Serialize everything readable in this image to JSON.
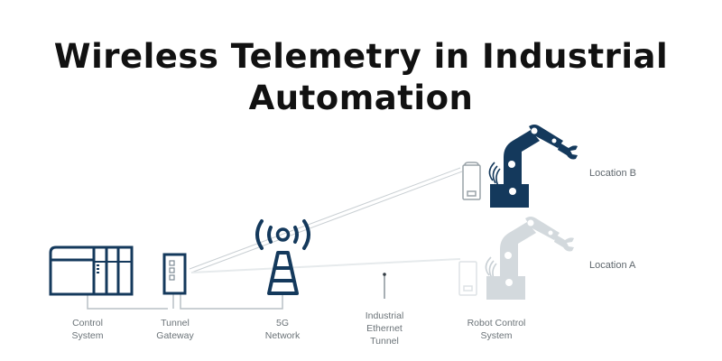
{
  "title": {
    "line1": "Wireless Telemetry in Industrial",
    "line2": "Automation"
  },
  "colors": {
    "primary": "#14395c",
    "faded": "#cfd6db",
    "line": "#b9c0c5",
    "label": "#6b7378",
    "title": "#111111"
  },
  "nodes": {
    "control_system": {
      "line1": "Control",
      "line2": "System",
      "icon": "control-cabinet-icon"
    },
    "tunnel_gateway": {
      "line1": "Tunnel",
      "line2": "Gateway",
      "icon": "gateway-device-icon"
    },
    "network_5g": {
      "line1": "5G",
      "line2": "Network",
      "icon": "cell-tower-icon"
    },
    "ethernet_tunnel": {
      "line1": "Industrial",
      "line2": "Ethernet",
      "line3": "Tunnel",
      "icon": "arrow-up-icon"
    },
    "robot_control": {
      "line1": "Robot Control",
      "line2": "System",
      "icon": "robot-controller-icon"
    }
  },
  "locations": {
    "b": {
      "label": "Location B",
      "icon": "robot-arm-icon"
    },
    "a": {
      "label": "Location A",
      "icon": "robot-arm-faded-icon"
    }
  }
}
